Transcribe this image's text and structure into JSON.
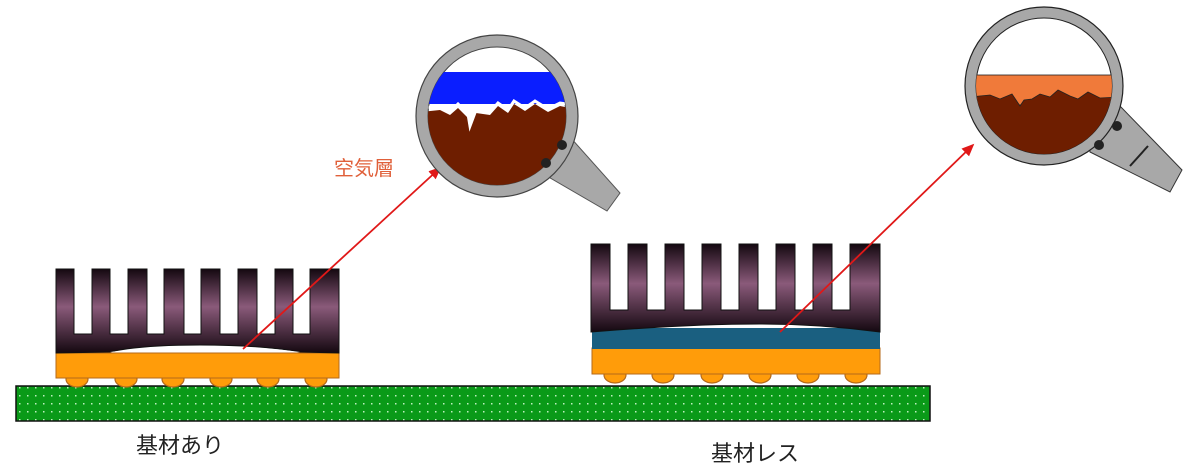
{
  "labels": {
    "with_substrate": "基材あり",
    "substrate_less": "基材レス",
    "air_layer": "空気層"
  },
  "colors": {
    "board_green": "#0a9a18",
    "board_dot": "#9ee89e",
    "chip_orange": "#ff9c0a",
    "ball_stroke": "#b46a1a",
    "heatsink_top": "#140810",
    "heatsink_mid": "#8a5a7a",
    "tim_blue": "#1a5f80",
    "arrow_red": "#e01818",
    "lens_gray": "#a8a8a8",
    "die_brown": "#6e1e00",
    "air_blue": "#0a1eff",
    "paste_orange": "#f07a3a",
    "air_label_color": "#e0603a"
  }
}
